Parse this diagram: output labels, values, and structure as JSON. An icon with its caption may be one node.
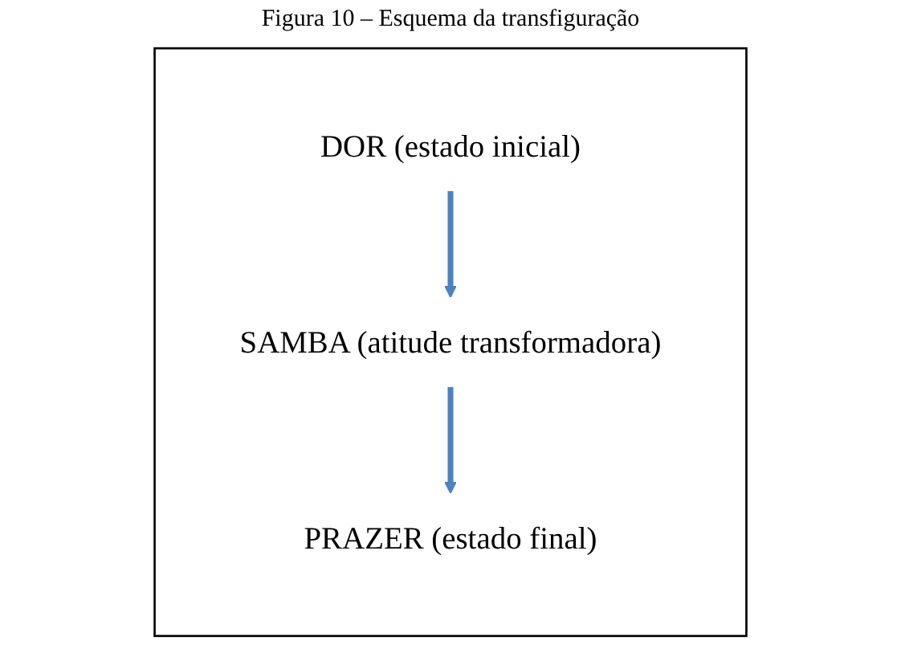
{
  "diagram": {
    "title": "Figura 10 – Esquema da transfiguração",
    "nodes": [
      {
        "text": [],
        "shape": "box"
      },
      {
        "text": [
          "DOR (estado inicial)"
        ],
        "in": 0
      },
      {
        "text": [
          "SAMBA (atitude transformadora)"
        ],
        "in": 0
      },
      {
        "text": [
          "PRAZER (estado final)"
        ],
        "in": 0
      }
    ],
    "edges": [
      {
        "from": 1,
        "to": 2,
        "arrow": "to"
      },
      {
        "from": 2,
        "to": 3,
        "arrow": "to"
      }
    ]
  }
}
